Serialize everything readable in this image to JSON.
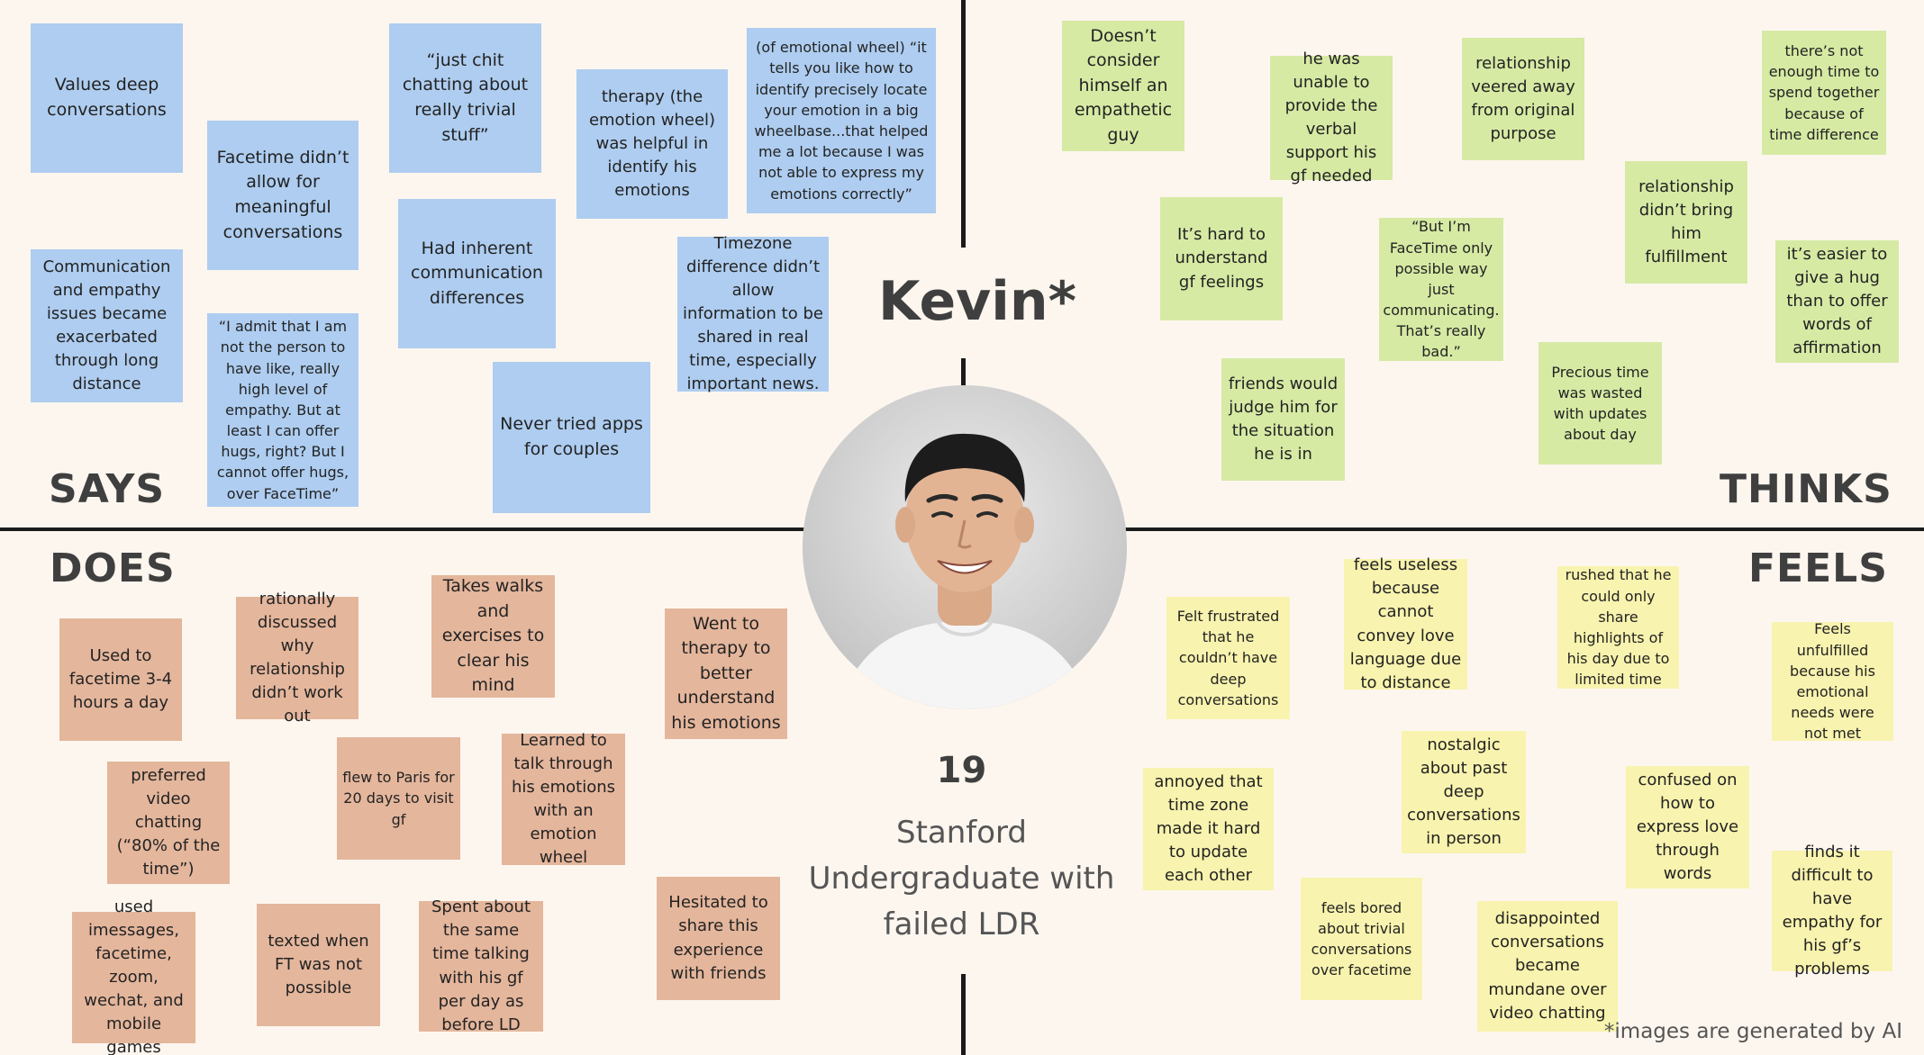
{
  "persona": {
    "name": "Kevin*",
    "age": "19",
    "description": "Stanford Undergraduate with failed LDR",
    "disclaimer": "*images are generated by AI",
    "avatar_alt": "portrait-photo"
  },
  "quadrants": {
    "says": "SAYS",
    "thinks": "THINKS",
    "does": "DOES",
    "feels": "FEELS"
  },
  "colors": {
    "background": "#fdf6ef",
    "says_note": "#aecdf0",
    "thinks_note": "#d6eaa4",
    "does_note": "#e4b69c",
    "feels_note": "#f8f3ae",
    "divider": "#1b1b1b"
  },
  "says": [
    "Values deep conversations",
    "Communication and empathy issues became exacerbated through long distance",
    "Facetime didn’t allow for meaningful conversations",
    "“I admit that I am not the person to have like, really high level of empathy. But at least I can offer hugs, right? But I cannot offer hugs, over FaceTime”",
    "“just chit chatting about really trivial stuff”",
    "Had inherent communication differences",
    "Never tried apps for couples",
    "therapy (the emotion wheel) was helpful in identify his emotions",
    "(of emotional wheel) “it tells you like how to identify precisely locate your emotion in a big wheelbase...that helped me a lot because I was not able to express my emotions correctly”",
    "Timezone difference didn’t allow information to be shared in real time, especially important news."
  ],
  "thinks": [
    "Doesn’t consider himself an empathetic guy",
    "he was unable to provide the verbal support his gf needed",
    "relationship veered away from original purpose",
    "there’s not enough time to spend together because of time difference",
    "It’s hard to understand gf feelings",
    "“But I’m FaceTime only possible way just communicating. That’s really bad.”",
    "relationship didn’t bring him fulfillment",
    "it’s easier to give a hug than to offer words of affirmation",
    "friends would judge him for the situation he is in",
    "Precious time was wasted with updates about day"
  ],
  "does": [
    "Used to facetime 3-4 hours a day",
    "rationally discussed why relationship didn’t work out",
    "Takes walks and exercises to clear his mind",
    "Went to therapy to better understand his emotions",
    "preferred video chatting (“80% of the time”)",
    "flew to Paris for 20 days to visit gf",
    "Learned to talk through his emotions with an emotion wheel",
    "used imessages, facetime, zoom, wechat, and mobile games",
    "texted when FT was not possible",
    "Spent about the same time talking with his gf per day as before LD",
    "Hesitated to share this experience with friends"
  ],
  "feels": [
    "Felt frustrated that he couldn’t have deep conversations",
    "feels useless because cannot convey love language due to distance",
    "rushed that he could only share highlights of his day due to limited time",
    "Feels unfulfilled because his emotional needs were not met",
    "annoyed that time zone made it hard to update each other",
    "nostalgic about past deep conversations in person",
    "confused on how to express love through words",
    "finds it difficult to have empathy for his gf’s problems",
    "feels bored about trivial conversations over facetime",
    "disappointed conversations became mundane over video chatting"
  ]
}
